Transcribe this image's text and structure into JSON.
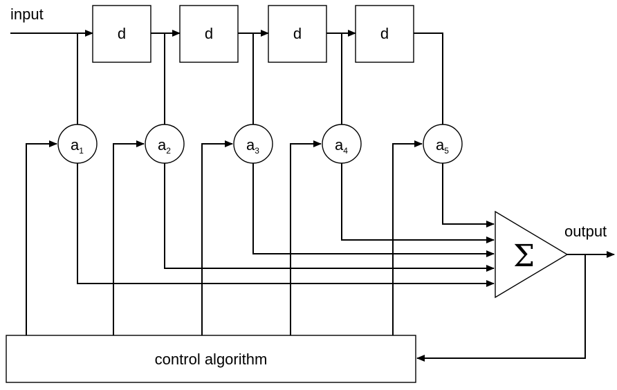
{
  "input_label": "input",
  "output_label": "output",
  "delay_label": "d",
  "coefficients": [
    {
      "base": "a",
      "sub": "1"
    },
    {
      "base": "a",
      "sub": "2"
    },
    {
      "base": "a",
      "sub": "3"
    },
    {
      "base": "a",
      "sub": "4"
    },
    {
      "base": "a",
      "sub": "5"
    }
  ],
  "summation_symbol": "Σ",
  "control_label": "control algorithm"
}
